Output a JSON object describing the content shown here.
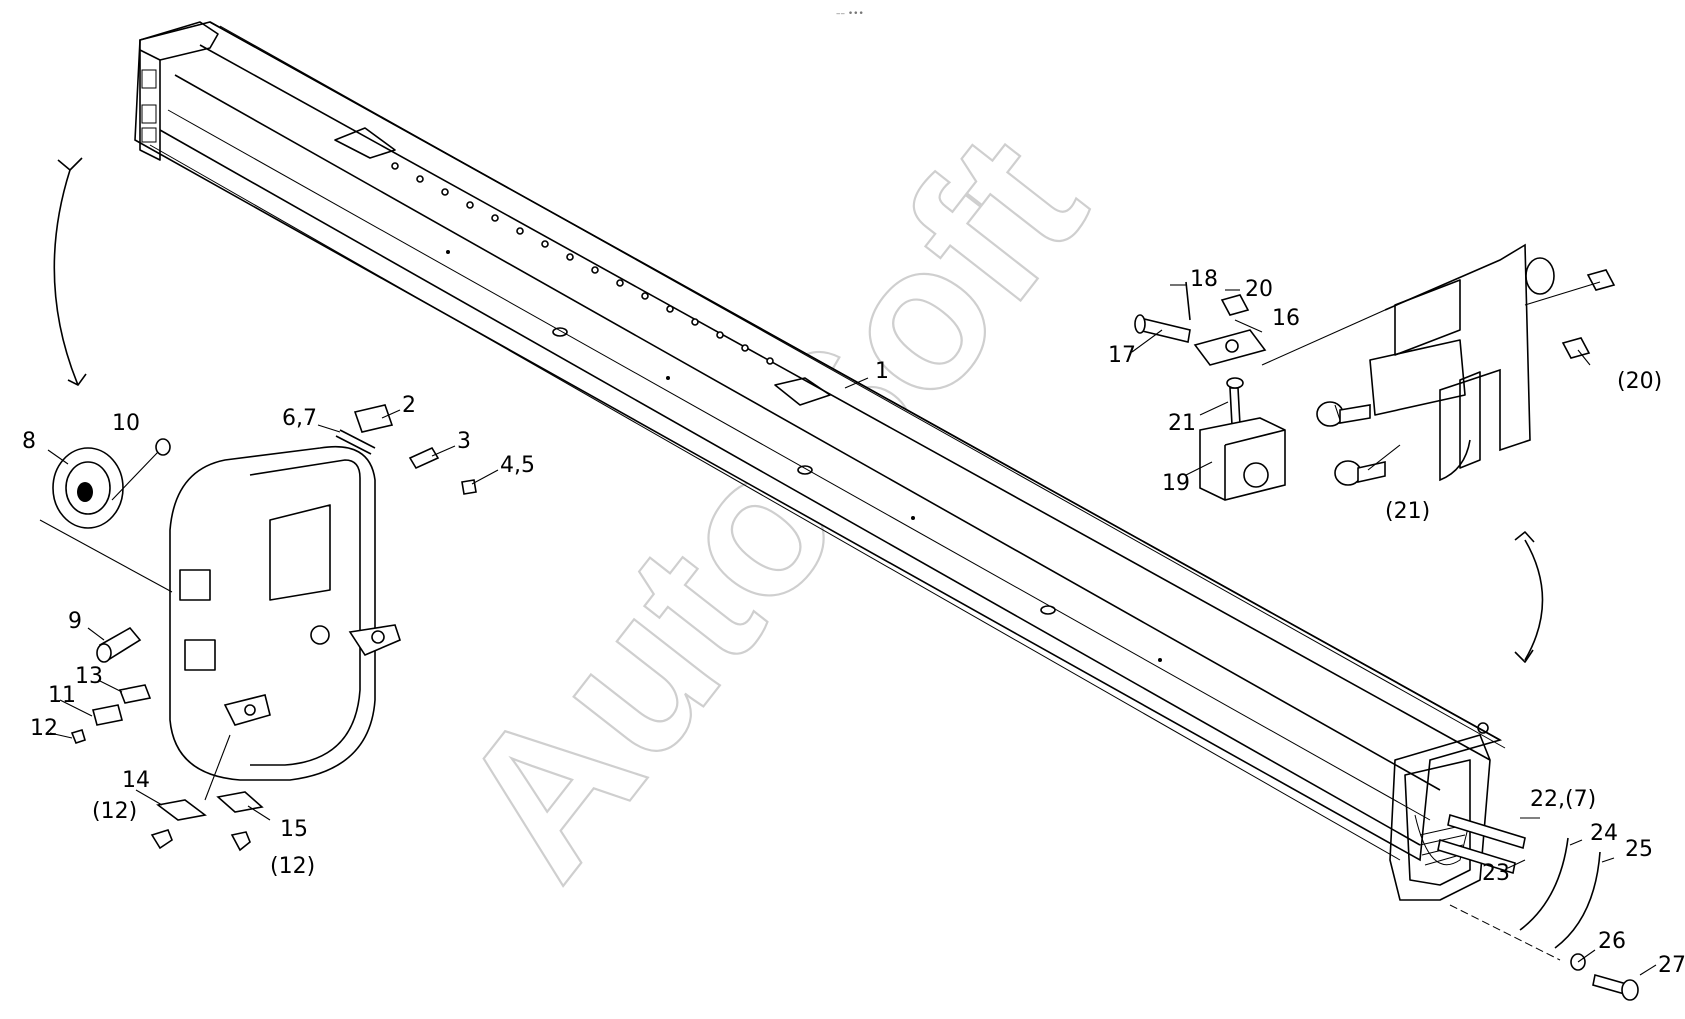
{
  "watermark": "AutoSoft",
  "header_mark": "–– •••",
  "callouts": {
    "c1": "1",
    "c2": "2",
    "c3": "3",
    "c45": "4,5",
    "c67": "6,7",
    "c8": "8",
    "c9": "9",
    "c10": "10",
    "c11": "11",
    "c12": "12",
    "c12b": "(12)",
    "c12c": "(12)",
    "c13": "13",
    "c14": "14",
    "c15": "15",
    "c16": "16",
    "c17": "17",
    "c18": "18",
    "c19": "19",
    "c20": "20",
    "c20b": "(20)",
    "c21": "21",
    "c21b": "(21)",
    "c22": "22,(7)",
    "c23": "23",
    "c24": "24",
    "c25": "25",
    "c26": "26",
    "c27": "27"
  }
}
